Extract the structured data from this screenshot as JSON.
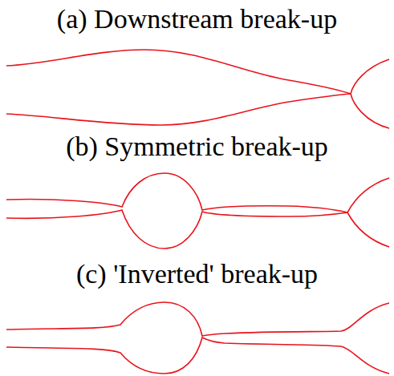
{
  "diagram": {
    "labels": [
      "(a) Downstream break-up",
      "(b) Symmetric break-up",
      "(c) 'Inverted' break-up"
    ]
  }
}
